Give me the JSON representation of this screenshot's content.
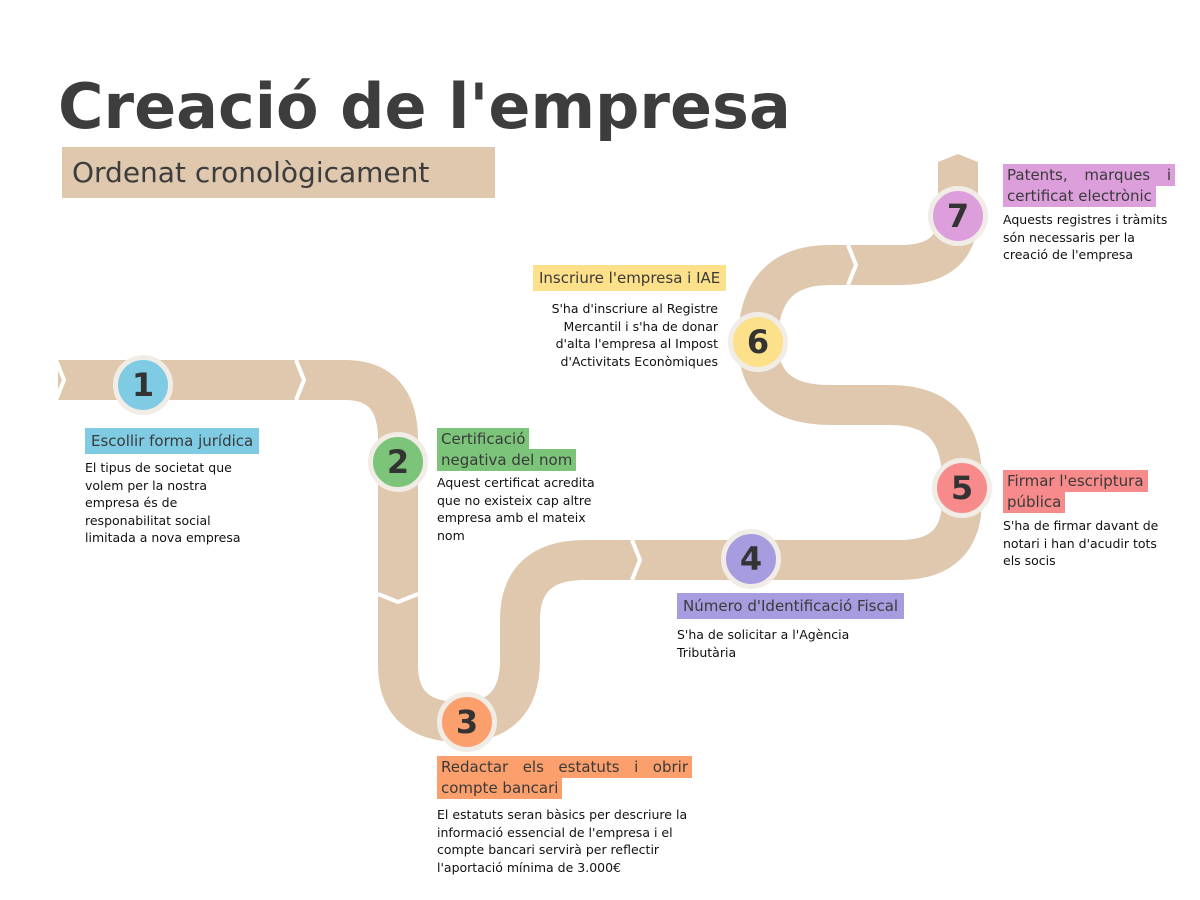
{
  "title": "Creació de l'empresa",
  "subtitle": "Ordenat cronològicament",
  "colors": {
    "road": "#dfc8ae",
    "text": "#3d3d3d"
  },
  "steps": [
    {
      "number": "1",
      "color": "#7ecbe3",
      "title": "Escollir forma jurídica",
      "description": "El tipus de societat que volem per la nostra empresa és de responabilitat social limitada a nova empresa"
    },
    {
      "number": "2",
      "color": "#7cc47a",
      "title": "Certificació negativa del nom",
      "description": "Aquest certificat acredita que no existeix cap altre empresa amb el mateix nom"
    },
    {
      "number": "3",
      "color": "#fb9f6c",
      "title": "Redactar els estatuts i obrir compte bancari",
      "description": "El estatuts seran bàsics per descriure la informació essencial de l'empresa i el compte bancari servirà per reflectir l'aportació mínima de 3.000€"
    },
    {
      "number": "4",
      "color": "#a89ce0",
      "title": "Número d'Identificació Fiscal",
      "description": "S'ha de solicitar a l'Agència Tributària"
    },
    {
      "number": "5",
      "color": "#f78a8a",
      "title": "Firmar l'escriptura pública",
      "description": "S'ha de firmar davant de notari i han d'acudir tots els socis"
    },
    {
      "number": "6",
      "color": "#fde08a",
      "title": "Inscriure l'empresa i IAE",
      "description": "S'ha d'inscriure al Registre Mercantil i s'ha de donar d'alta l'empresa al Impost d'Activitats Econòmiques"
    },
    {
      "number": "7",
      "color": "#dc9fdc",
      "title": "Patents, marques i certificat electrònic",
      "description": "Aquests registres i tràmits són necessaris per la creació de l'empresa"
    }
  ]
}
